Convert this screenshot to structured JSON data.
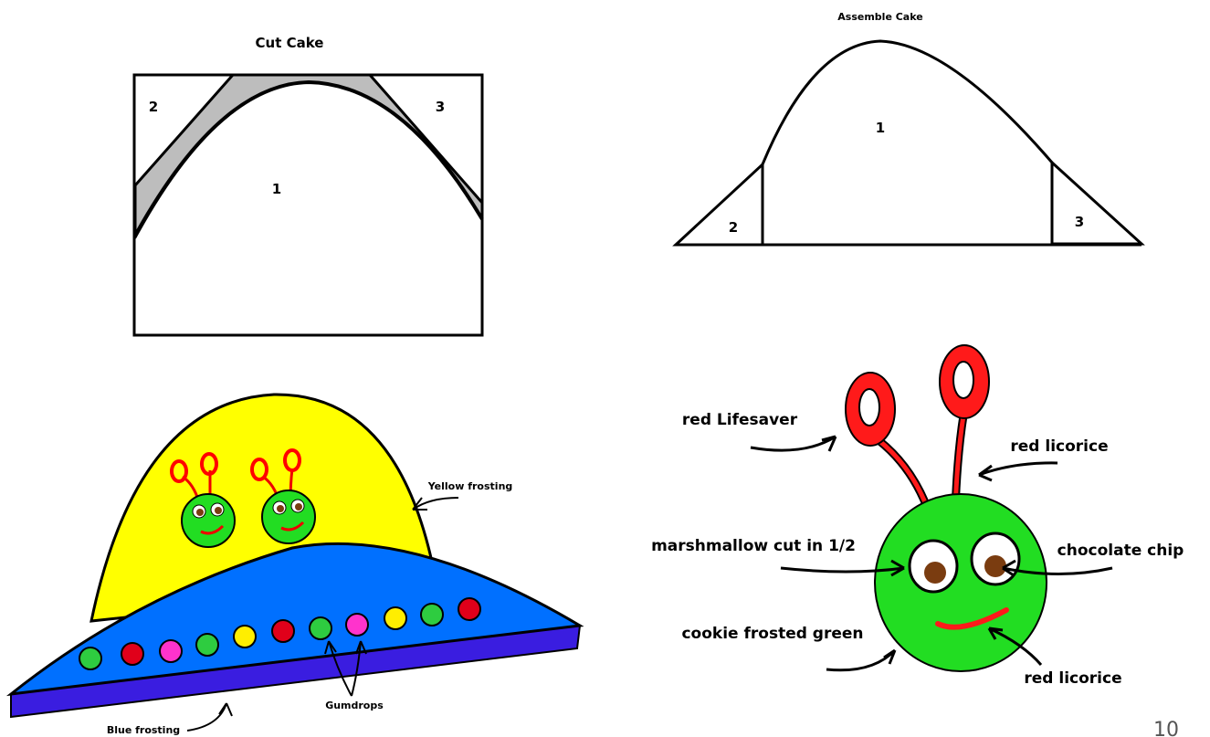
{
  "cut_cake": {
    "title": "Cut Cake",
    "pieces": [
      "1",
      "2",
      "3"
    ]
  },
  "assemble_cake": {
    "title": "Assemble Cake",
    "pieces": [
      "1",
      "2",
      "3"
    ]
  },
  "ufo": {
    "yellow_label": "Yellow frosting",
    "blue_label": "Blue frosting",
    "gumdrops_label": "Gumdrops"
  },
  "alien": {
    "lifesaver_label": "red Lifesaver",
    "licorice_top_label": "red licorice",
    "marshmallow_label": "marshmallow cut in 1/2",
    "chocolate_label": "chocolate chip",
    "cookie_label": "cookie frosted green",
    "licorice_mouth_label": "red licorice"
  },
  "page_number": "10",
  "colors": {
    "cut_gray": "#bdbdbd",
    "yellow": "#ffff00",
    "blue": "#0070ff",
    "purple": "#3a1de0",
    "green": "#22dd22",
    "red": "#ff1a1a",
    "brown": "#7a3c10",
    "gum_green": "#2ecc40",
    "gum_red": "#e0001a",
    "gum_pink": "#ff33cc",
    "gum_yellow": "#ffee00"
  }
}
